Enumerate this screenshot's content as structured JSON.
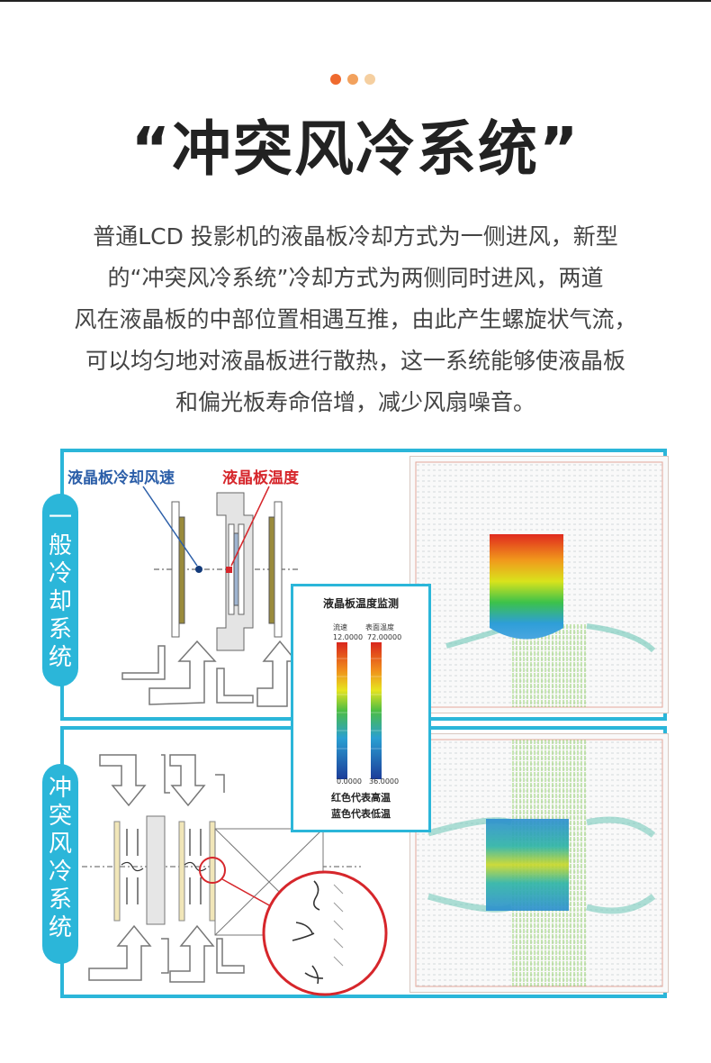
{
  "header": {
    "title": "“冲突风冷系统”",
    "dot_colors": [
      "#ef6a2e",
      "#f2a15d",
      "#f5cfa0"
    ]
  },
  "description": {
    "lines": [
      "普通LCD 投影机的液晶板冷却方式为一侧进风，新型",
      "的“冲突风冷系统”冷却方式为两侧同时进风，两道",
      "风在液晶板的中部位置相遇互推，由此产生螺旋状气流，",
      "可以均匀地对液晶板进行散热，这一系统能够使液晶板",
      "和偏光板寿命倍增，减少风扇噪音。"
    ]
  },
  "figure": {
    "top_panel": {
      "side_label": [
        "一",
        "般",
        "冷",
        "却",
        "系",
        "统"
      ],
      "annotation_speed": "液晶板冷却风速",
      "annotation_temp": "液晶板温度"
    },
    "bottom_panel": {
      "side_label": [
        "冲",
        "突",
        "风",
        "冷",
        "系",
        "统"
      ]
    },
    "legend": {
      "title": "液晶板温度监测",
      "col_speed": "流速",
      "col_temp": "表面温度",
      "speed_max": "12.0000",
      "temp_max": "72.00000",
      "speed_min": "0.0000",
      "temp_min": "36.0000",
      "note_red": "红色代表高温",
      "note_blue": "蓝色代表低温"
    },
    "colors": {
      "accent": "#2bb6d9",
      "annotation_blue": "#2b5ea8",
      "annotation_red": "#d6262b"
    }
  }
}
